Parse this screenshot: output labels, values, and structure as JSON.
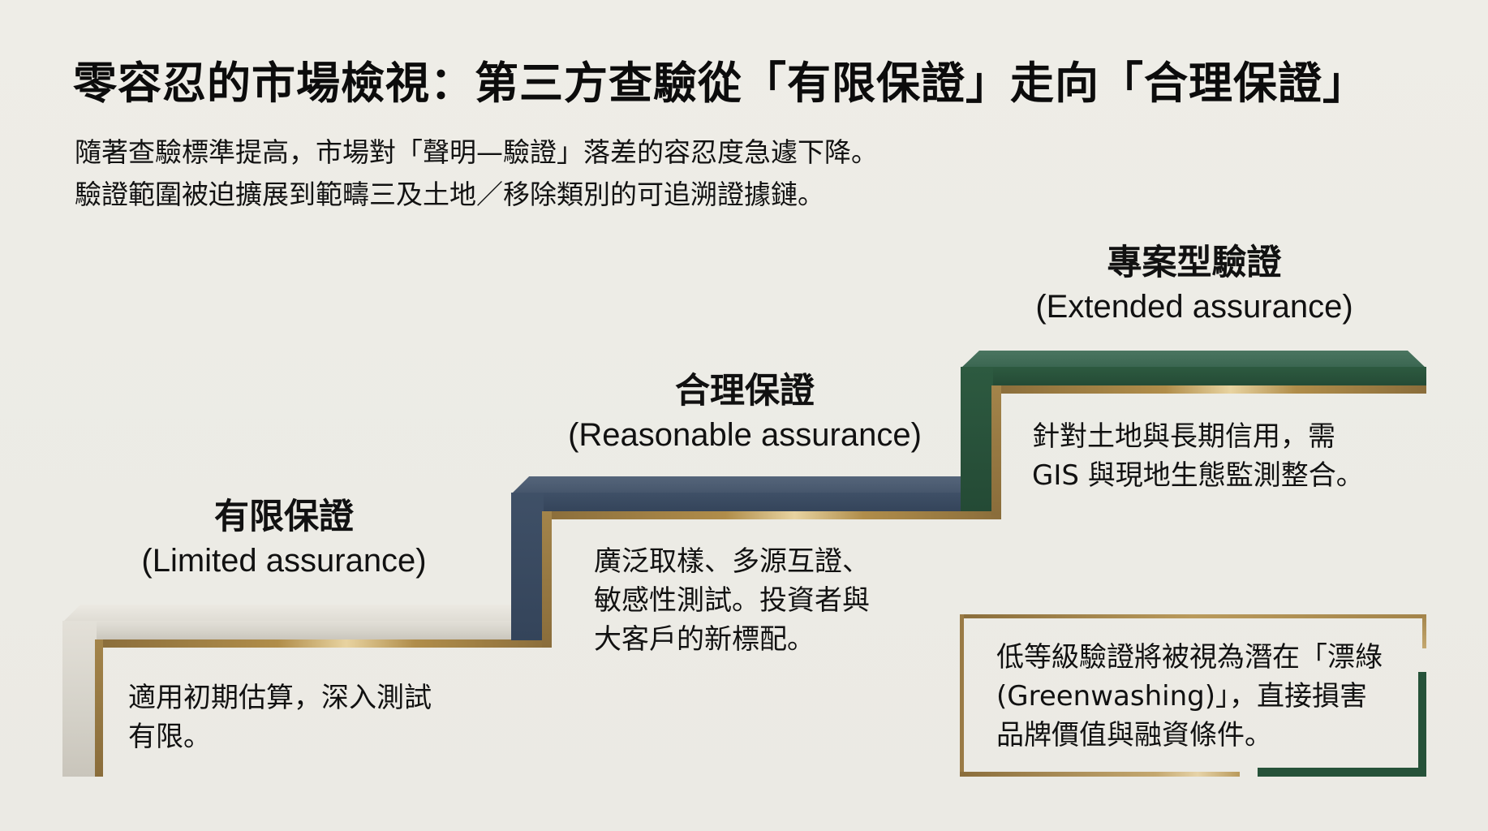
{
  "title": "零容忍的市場檢視：第三方查驗從「有限保證」走向「合理保證」",
  "subtitle": {
    "line1": "隨著查驗標準提高，市場對「聲明—驗證」落差的容忍度急遽下降。",
    "line2": "驗證範圍被迫擴展到範疇三及土地／移除類別的可追溯證據鏈。"
  },
  "steps": [
    {
      "heading_zh": "有限保證",
      "heading_en": "(Limited assurance)",
      "body": [
        "適用初期估算，深入測試",
        "有限。"
      ],
      "color": "#d4d1c8"
    },
    {
      "heading_zh": "合理保證",
      "heading_en": "(Reasonable assurance)",
      "body": [
        "廣泛取樣、多源互證、",
        "敏感性測試。投資者與",
        "大客戶的新標配。"
      ],
      "color": "#3a4a60"
    },
    {
      "heading_zh": "專案型驗證",
      "heading_en": "(Extended assurance)",
      "body": [
        "針對土地與長期信用，需",
        "GIS 與現地生態監測整合。"
      ],
      "color": "#2a5540"
    }
  ],
  "warning": {
    "lines": [
      "低等級驗證將被視為潛在「漂綠",
      "(Greenwashing)」，直接損害",
      "品牌價值與融資條件。"
    ]
  },
  "colors": {
    "background": "#ecebe5",
    "gold": "#a3844a",
    "navy": "#3a4a60",
    "green": "#265239",
    "marble": "#d4d1c8"
  }
}
